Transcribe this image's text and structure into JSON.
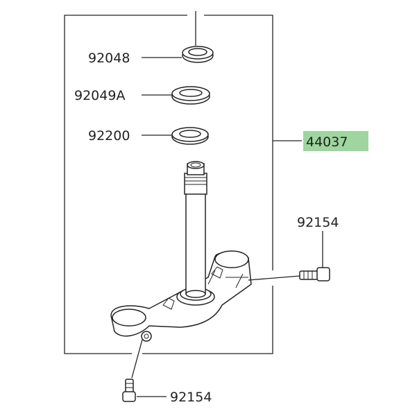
{
  "diagram": {
    "title": "Steering stem parts diagram",
    "highlight_color": "#9fd59f",
    "parts": [
      {
        "number": "92048"
      },
      {
        "number": "92049A"
      },
      {
        "number": "92200"
      },
      {
        "number": "44037",
        "highlighted": true
      },
      {
        "number": "92154"
      },
      {
        "number": "92154"
      }
    ]
  }
}
